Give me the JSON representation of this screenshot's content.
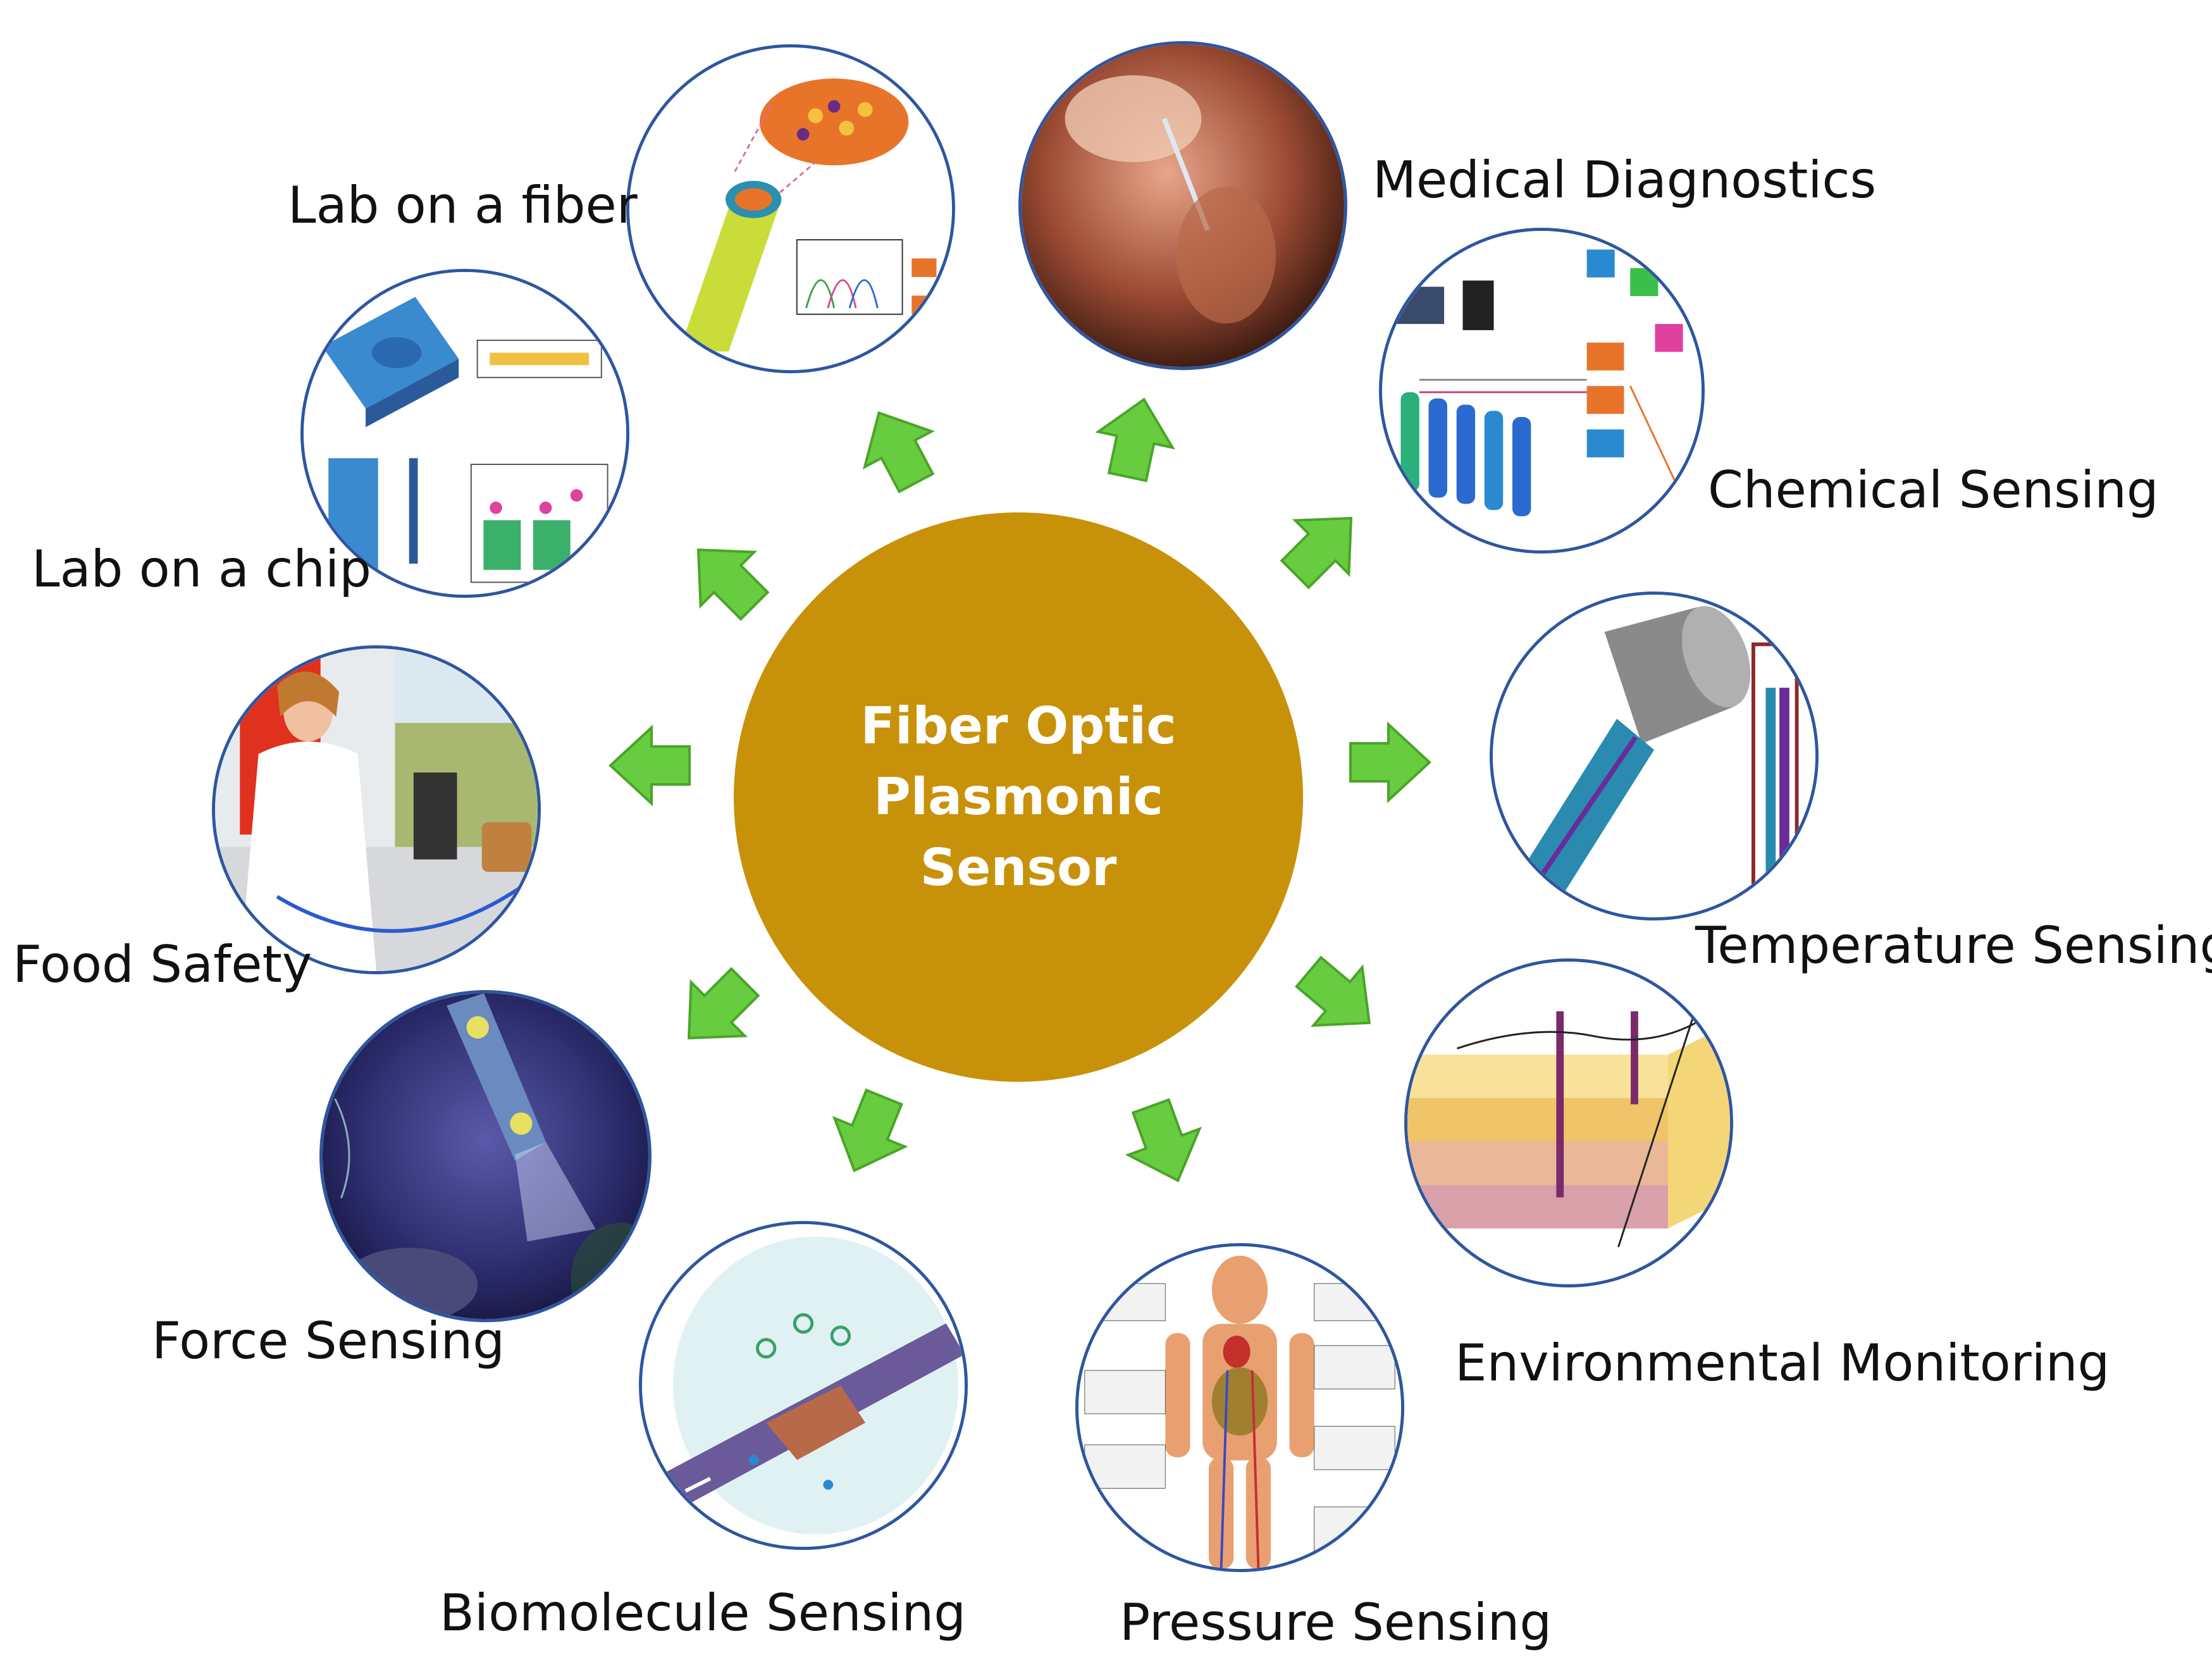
{
  "colors": {
    "hub_fill": "#c8910a",
    "arrow_fill": "#67cc3f",
    "arrow_stroke": "#4aa428",
    "circle_border": "#2e56a0"
  },
  "hub": {
    "line1": "Fiber Optic",
    "line2": "Plasmonic",
    "line3": "Sensor"
  },
  "applications": [
    {
      "id": "lab-on-a-fiber",
      "label": "Lab on a fiber",
      "icon": "optical-fiber-diagram"
    },
    {
      "id": "medical-diagnostics",
      "label": "Medical Diagnostics",
      "icon": "medical-photo"
    },
    {
      "id": "chemical-sensing",
      "label": "Chemical Sensing",
      "icon": "gas-cylinder-setup"
    },
    {
      "id": "temperature-sensing",
      "label": "Temperature Sensing",
      "icon": "fiber-probe-diagram"
    },
    {
      "id": "environmental-monitoring",
      "label": "Environmental Monitoring",
      "icon": "soil-layers-diagram"
    },
    {
      "id": "pressure-sensing",
      "label": "Pressure Sensing",
      "icon": "human-anatomy-chart"
    },
    {
      "id": "biomolecule-sensing",
      "label": "Biomolecule Sensing",
      "icon": "fiber-biomolecule-illustration"
    },
    {
      "id": "force-sensing",
      "label": "Force Sensing",
      "icon": "microscopic-probe-illustration"
    },
    {
      "id": "food-safety",
      "label": "Food Safety",
      "icon": "lab-technician-photo"
    },
    {
      "id": "lab-on-a-chip",
      "label": "Lab on a chip",
      "icon": "microfluidic-chip-diagram"
    }
  ]
}
